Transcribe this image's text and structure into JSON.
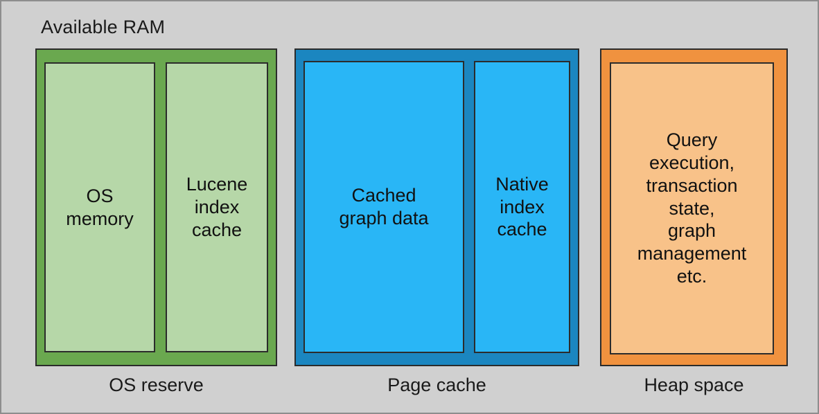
{
  "diagram": {
    "title": "Available RAM",
    "background_color": "#d0d0d0",
    "groups": [
      {
        "id": "os-reserve",
        "caption": "OS reserve",
        "outer_color": "#6aa84f",
        "inner_color": "#b6d7a8",
        "cells": [
          {
            "id": "os-memory",
            "label": "OS\nmemory"
          },
          {
            "id": "lucene-index-cache",
            "label": "Lucene\nindex\ncache"
          }
        ]
      },
      {
        "id": "page-cache",
        "caption": "Page cache",
        "outer_color": "#1b86c0",
        "inner_color": "#29b6f6",
        "cells": [
          {
            "id": "cached-graph-data",
            "label": "Cached\ngraph data"
          },
          {
            "id": "native-index-cache",
            "label": "Native\nindex\ncache"
          }
        ]
      },
      {
        "id": "heap-space",
        "caption": "Heap space",
        "outer_color": "#f0923f",
        "inner_color": "#f8c289",
        "cells": [
          {
            "id": "heap-contents",
            "label": "Query\nexecution,\ntransaction\nstate,\ngraph\nmanagement\netc."
          }
        ]
      }
    ]
  }
}
